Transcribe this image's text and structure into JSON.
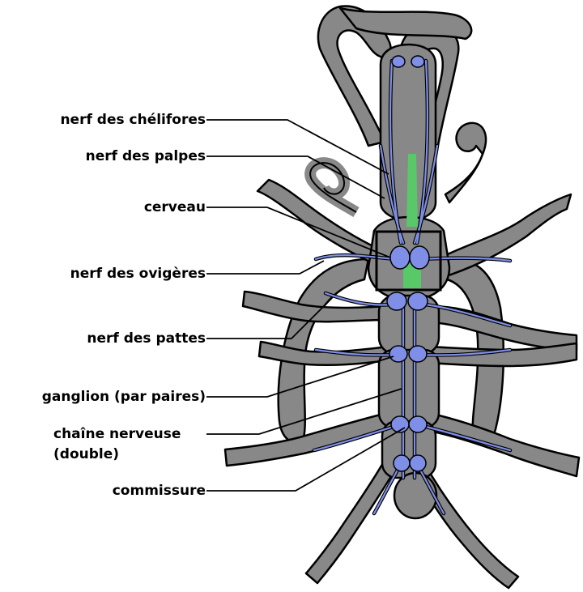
{
  "labels": {
    "cheliceres": "nerf des chélifores",
    "palpes": "nerf des palpes",
    "cerveau": "cerveau",
    "ovigeres": "nerf des ovigères",
    "pattes": "nerf des pattes",
    "ganglion": "ganglion (par paires)",
    "chaine_line1": "chaîne nerveuse",
    "chaine_line2": "(double)",
    "commissure": "commissure"
  },
  "colors": {
    "body": "#888888",
    "body_outline": "#000000",
    "nerve": "#7f8fe8",
    "ganglion": "#7f8fe8",
    "pharynx": "#59c869",
    "leader": "#000000"
  }
}
